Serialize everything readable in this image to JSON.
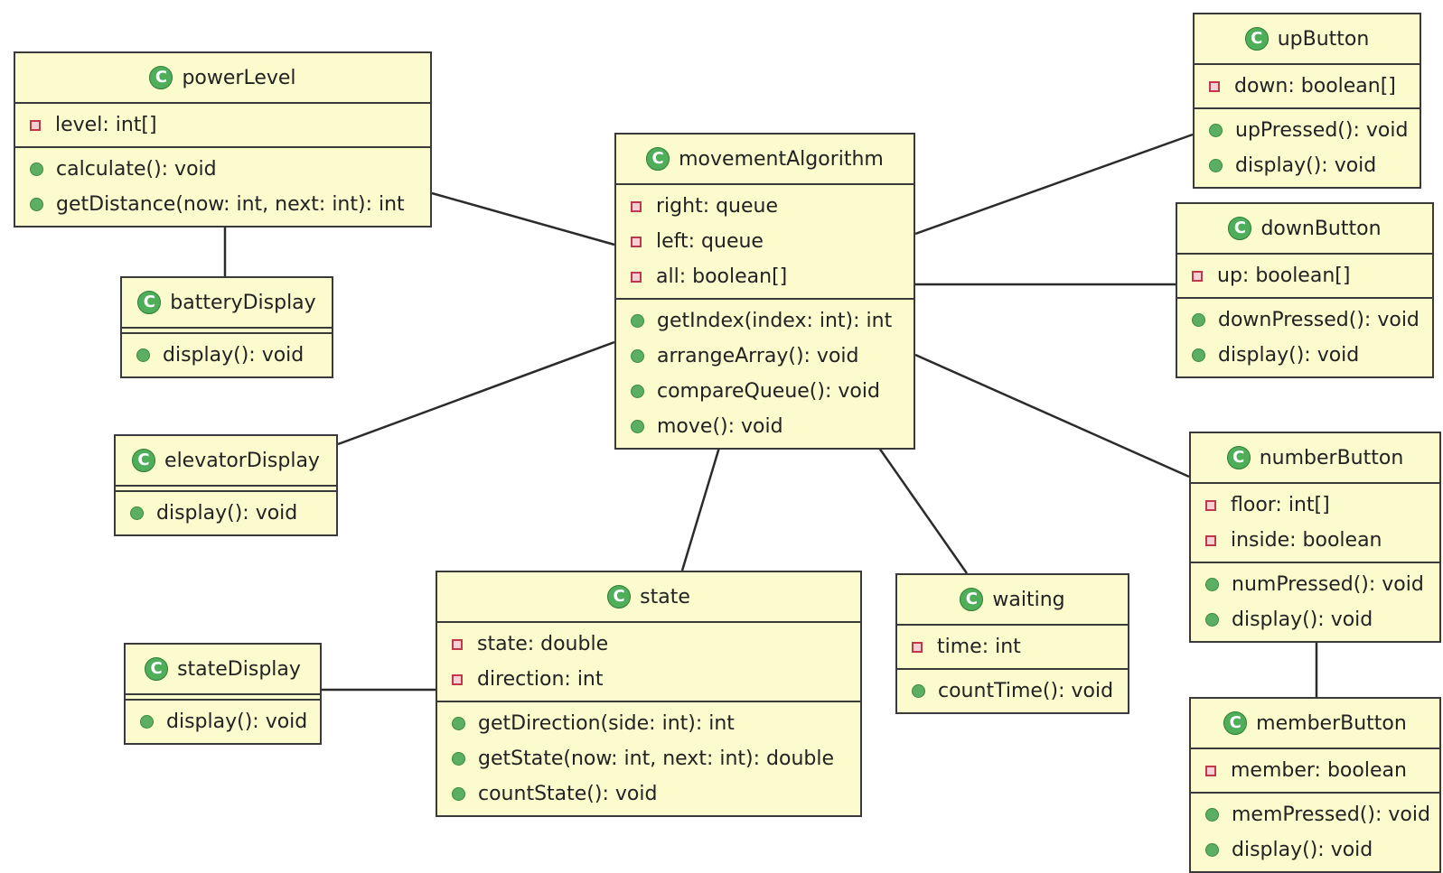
{
  "classes": {
    "powerLevel": {
      "name": "powerLevel",
      "fields": [
        "level: int[]"
      ],
      "methods": [
        "calculate(): void",
        "getDistance(now: int, next: int): int"
      ]
    },
    "batteryDisplay": {
      "name": "batteryDisplay",
      "fields": [],
      "methods": [
        "display(): void"
      ]
    },
    "elevatorDisplay": {
      "name": "elevatorDisplay",
      "fields": [],
      "methods": [
        "display(): void"
      ]
    },
    "stateDisplay": {
      "name": "stateDisplay",
      "fields": [],
      "methods": [
        "display(): void"
      ]
    },
    "movementAlgorithm": {
      "name": "movementAlgorithm",
      "fields": [
        "right: queue",
        "left: queue",
        "all: boolean[]"
      ],
      "methods": [
        "getIndex(index: int): int",
        "arrangeArray(): void",
        "compareQueue(): void",
        "move(): void"
      ]
    },
    "state": {
      "name": "state",
      "fields": [
        "state: double",
        "direction: int"
      ],
      "methods": [
        "getDirection(side: int): int",
        "getState(now: int, next: int): double",
        "countState(): void"
      ]
    },
    "waiting": {
      "name": "waiting",
      "fields": [
        "time: int"
      ],
      "methods": [
        "countTime(): void"
      ]
    },
    "upButton": {
      "name": "upButton",
      "fields": [
        "down: boolean[]"
      ],
      "methods": [
        "upPressed(): void",
        "display(): void"
      ]
    },
    "downButton": {
      "name": "downButton",
      "fields": [
        "up: boolean[]"
      ],
      "methods": [
        "downPressed(): void",
        "display(): void"
      ]
    },
    "numberButton": {
      "name": "numberButton",
      "fields": [
        "floor: int[]",
        "inside: boolean"
      ],
      "methods": [
        "numPressed(): void",
        "display(): void"
      ]
    },
    "memberButton": {
      "name": "memberButton",
      "fields": [
        "member: boolean"
      ],
      "methods": [
        "memPressed(): void",
        "display(): void"
      ]
    }
  },
  "class_icon_glyph": "C",
  "colors": {
    "class_fill": "#fbfbcd",
    "border": "#3a3a3a",
    "method_icon": "#5cae63",
    "field_icon": "#c0394a",
    "class_icon": "#4fae5a"
  }
}
